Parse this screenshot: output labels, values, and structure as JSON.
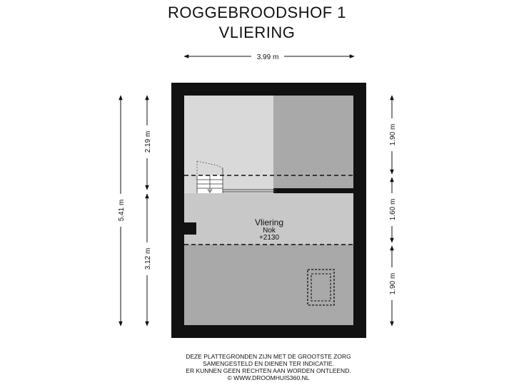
{
  "title": {
    "line1": "ROGGEBROODSHOF 1",
    "line2": "VLIERING"
  },
  "dimensions": {
    "top_width": "3.99 m",
    "left_total": "5.41 m",
    "left_upper": "2.19 m",
    "left_lower": "3.12 m",
    "right_upper": "1.90 m",
    "right_middle": "1.60 m",
    "right_lower": "1.90 m"
  },
  "room": {
    "name": "Vliering",
    "sub": "Nok",
    "height": "+2130"
  },
  "disclaimer": {
    "line1": "DEZE PLATTEGRONDEN ZIJN MET DE GROOTSTE ZORG",
    "line2": "SAMENGESTELD EN DIENEN TER INDICATIE.",
    "line3": "ER KUNNEN GEEN RECHTEN AAN WORDEN ONTLEEND.",
    "line4": "© WWW.DROOMHUIS360.NL"
  },
  "colors": {
    "wall": "#111111",
    "floor_light": "#d9d9d9",
    "floor_mid": "#c8c8c8",
    "floor_dark": "#a9a9a9"
  }
}
